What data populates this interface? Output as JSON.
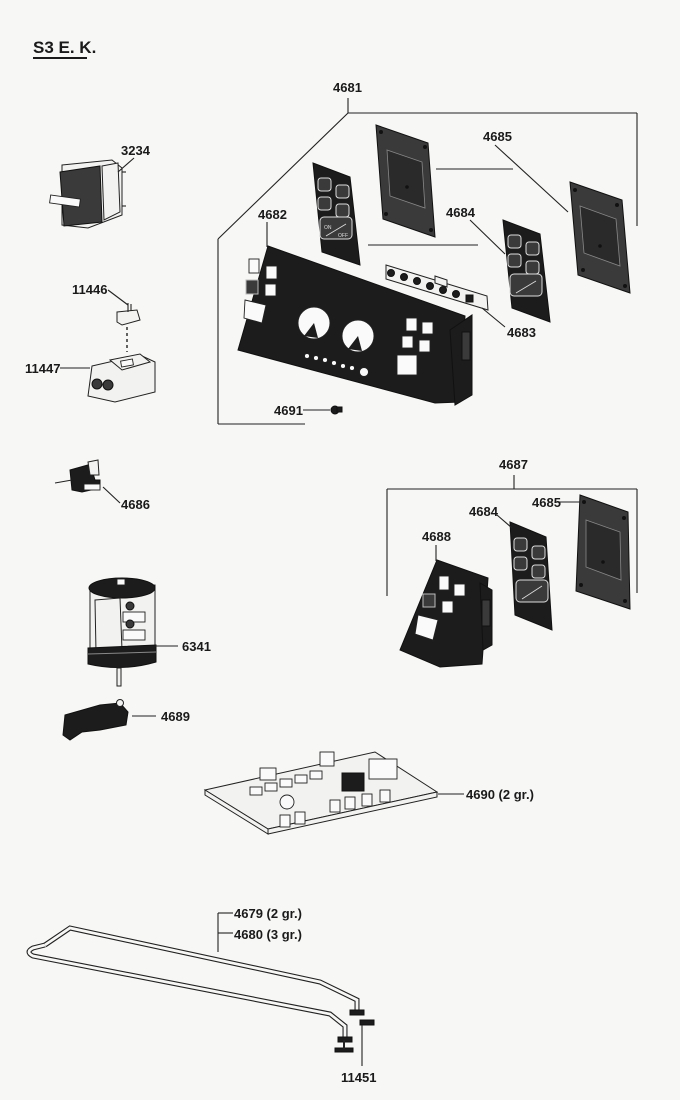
{
  "title": "S3 E. K.",
  "parts": {
    "p3234": "3234",
    "p11446": "11446",
    "p11447": "11447",
    "p4686": "4686",
    "p6341": "6341",
    "p4689": "4689",
    "p4681": "4681",
    "p4682": "4682",
    "p4683": "4683",
    "p4684a": "4684",
    "p4685a": "4685",
    "p4691": "4691",
    "p4687": "4687",
    "p4688": "4688",
    "p4684b": "4684",
    "p4685b": "4685",
    "p4690": "4690 (2 gr.)",
    "p4679": "4679 (2 gr.)",
    "p4680": "4680 (3 gr.)",
    "p11451": "11451"
  },
  "keypad": {
    "on": "ON",
    "off": "OFF"
  }
}
